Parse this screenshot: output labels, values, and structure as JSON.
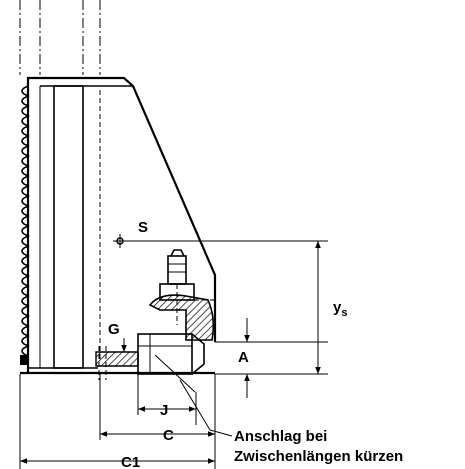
{
  "labels": {
    "S": "S",
    "G": "G",
    "A": "A",
    "J": "J",
    "C": "C",
    "C1": "C1",
    "ys_main": "y",
    "ys_sub": "s",
    "note_line1": "Anschlag bei",
    "note_line2": "Zwischenlängen kürzen"
  }
}
